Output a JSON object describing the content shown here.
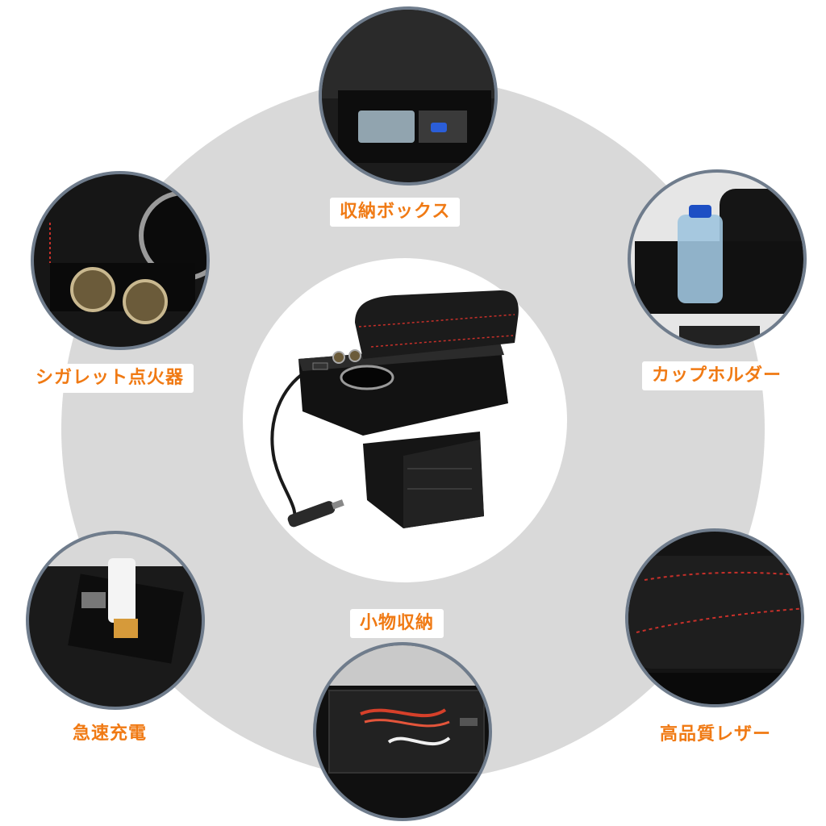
{
  "features": [
    {
      "key": "storage",
      "label": "収納ボックス",
      "icon": "storage-box-photo"
    },
    {
      "key": "cupholder",
      "label": "カップホルダー",
      "icon": "cup-holder-photo"
    },
    {
      "key": "leather",
      "label": "高品質レザー",
      "icon": "leather-photo"
    },
    {
      "key": "small",
      "label": "小物収納",
      "icon": "small-storage-photo"
    },
    {
      "key": "charging",
      "label": "急速充電",
      "icon": "usb-charging-photo"
    },
    {
      "key": "lighter",
      "label": "シガレット点火器",
      "icon": "cigarette-lighter-photo"
    }
  ],
  "colors": {
    "label_text": "#f07a14",
    "ring": "#d9d9d9",
    "photo_border": "#6f7c8c",
    "stitch": "#c8302a"
  }
}
